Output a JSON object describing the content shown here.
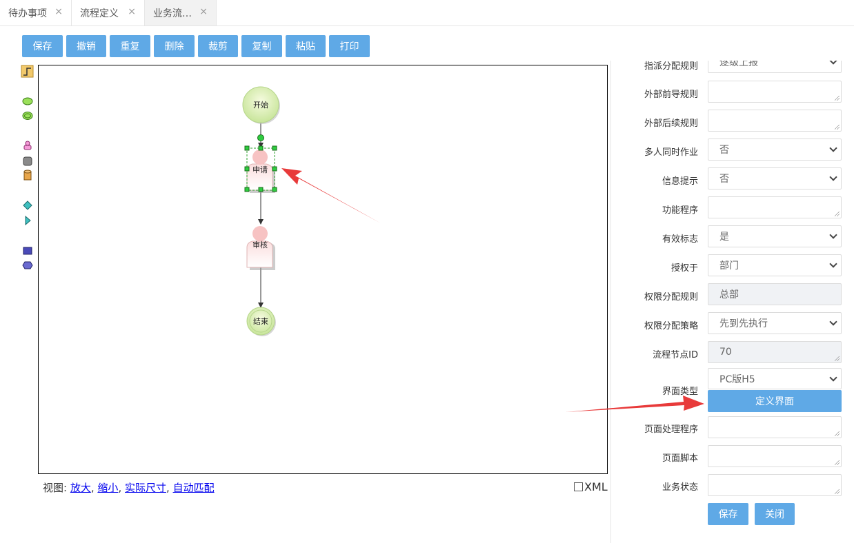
{
  "tabs": [
    {
      "label": "待办事项",
      "close": "×"
    },
    {
      "label": "流程定义",
      "close": "×"
    },
    {
      "label": "业务流…",
      "close": "×"
    }
  ],
  "toolbar": {
    "save": "保存",
    "undo": "撤销",
    "redo": "重复",
    "delete": "删除",
    "cut": "裁剪",
    "copy": "复制",
    "paste": "粘贴",
    "print": "打印"
  },
  "diagram": {
    "start": "开始",
    "apply": "申请",
    "review": "审核",
    "end": "结束"
  },
  "viewbar": {
    "label": "视图:",
    "zoom_in": "放大",
    "zoom_out": "缩小",
    "actual": "实际尺寸",
    "auto_fit": "自动匹配",
    "sep": ",",
    "xml": "XML"
  },
  "form": {
    "top_cut": {
      "label": "指派分配规则",
      "value": "逐级上报"
    },
    "ext_pre_rule": {
      "label": "外部前导规则",
      "value": ""
    },
    "ext_post_rule": {
      "label": "外部后续规则",
      "value": ""
    },
    "multi_user": {
      "label": "多人同时作业",
      "value": "否"
    },
    "info_prompt": {
      "label": "信息提示",
      "value": "否"
    },
    "func_program": {
      "label": "功能程序",
      "value": ""
    },
    "valid_flag": {
      "label": "有效标志",
      "value": "是"
    },
    "authorize_to": {
      "label": "授权于",
      "value": "部门"
    },
    "perm_rule": {
      "label": "权限分配规则",
      "value": "总部"
    },
    "perm_strategy": {
      "label": "权限分配策略",
      "value": "先到先执行"
    },
    "node_id": {
      "label": "流程节点ID",
      "value": "70"
    },
    "ui_type": {
      "label": "界面类型",
      "value": "PC版H5"
    },
    "define_ui_button": "定义界面",
    "page_handler": {
      "label": "页面处理程序",
      "value": ""
    },
    "page_script": {
      "label": "页面脚本",
      "value": ""
    },
    "biz_status": {
      "label": "业务状态",
      "value": ""
    },
    "save_button": "保存",
    "close_button": "关闭"
  },
  "colors": {
    "accent": "#5fa9e6",
    "annotation_arrow": "#e83a3a"
  }
}
